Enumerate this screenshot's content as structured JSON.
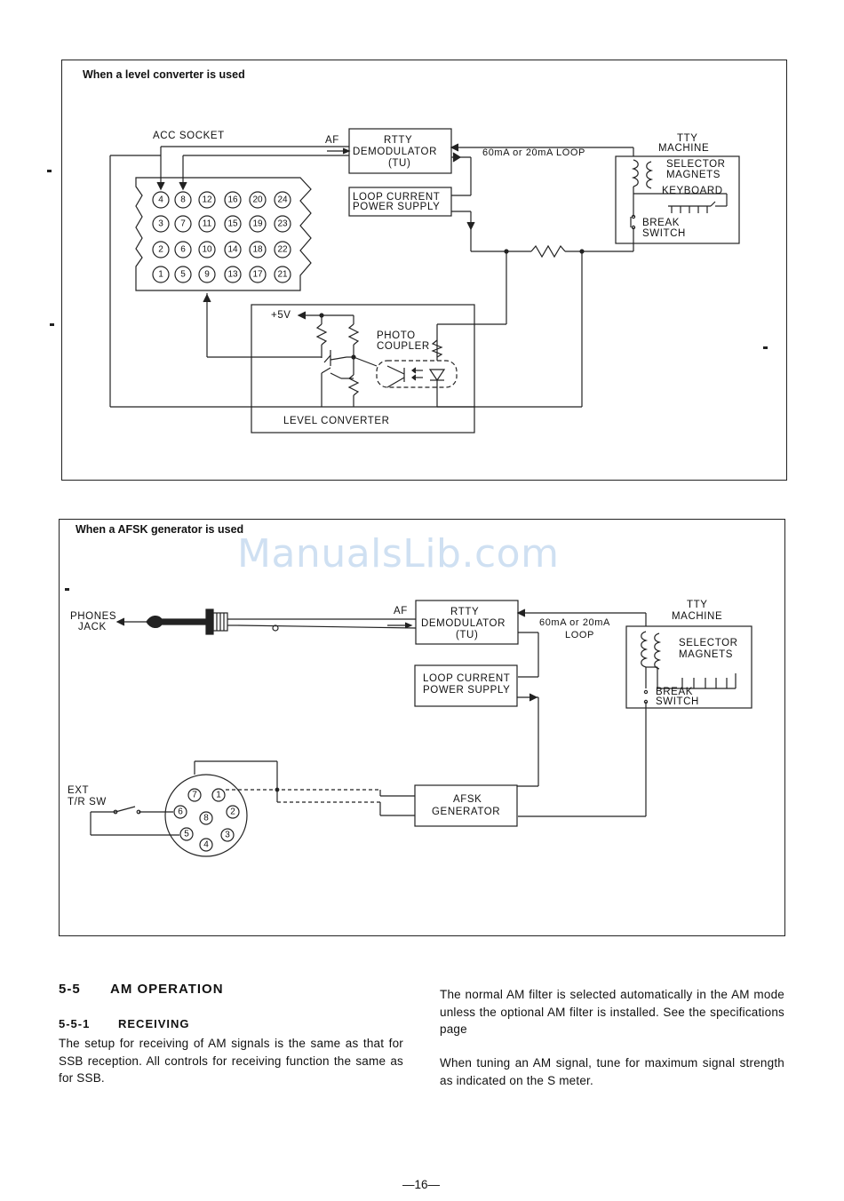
{
  "diagram1": {
    "title": "When a level converter is used",
    "acc_socket": "ACC SOCKET",
    "af": "AF",
    "rtty_l1": "RTTY",
    "rtty_l2": "DEMODULATOR",
    "rtty_l3": "(TU)",
    "loop_label": "60mA or 20mA  LOOP",
    "tty_l1": "TTY",
    "tty_l2": "MACHINE",
    "selector_l1": "SELECTOR",
    "selector_l2": "MAGNETS",
    "keyboard": "KEYBOARD",
    "break_l1": "BREAK",
    "break_l2": "SWITCH",
    "loop_current_l1": "LOOP CURRENT",
    "loop_current_l2": "POWER SUPPLY",
    "plus5v": "+5V",
    "photo_l1": "PHOTO",
    "photo_l2": "COUPLER",
    "level_converter": "LEVEL CONVERTER",
    "pins": [
      "4",
      "8",
      "12",
      "16",
      "20",
      "24",
      "3",
      "7",
      "11",
      "15",
      "19",
      "23",
      "2",
      "6",
      "10",
      "14",
      "18",
      "22",
      "1",
      "5",
      "9",
      "13",
      "17",
      "21"
    ]
  },
  "diagram2": {
    "title": "When a AFSK generator is used",
    "phones_l1": "PHONES",
    "phones_l2": "JACK",
    "af": "AF",
    "rtty_l1": "RTTY",
    "rtty_l2": "DEMODULATOR",
    "rtty_l3": "(TU)",
    "loop_l1": "60mA or 20mA",
    "loop_l2": "LOOP",
    "tty_l1": "TTY",
    "tty_l2": "MACHINE",
    "selector_l1": "SELECTOR",
    "selector_l2": "MAGNETS",
    "break_l1": "BREAK",
    "break_l2": "SWITCH",
    "loop_current_l1": "LOOP CURRENT",
    "loop_current_l2": "POWER SUPPLY",
    "ext_l1": "EXT",
    "ext_l2": "T/R SW",
    "afsk_l1": "AFSK",
    "afsk_l2": "GENERATOR",
    "pins": [
      "7",
      "1",
      "6",
      "8",
      "2",
      "5",
      "3",
      "4"
    ]
  },
  "watermark": "ManualsLib.com",
  "section": {
    "heading_num": "5-5",
    "heading_title": "AM OPERATION",
    "sub_num": "5-5-1",
    "sub_title": "RECEIVING",
    "para_left": "The setup for receiving of AM signals is the same as that for SSB reception.  All controls for receiving function the same as for SSB.",
    "para_right_1": "The normal AM filter is selected automatically in the AM mode unless the optional AM filter is installed.  See the specifications page",
    "para_right_2": "When tuning an AM signal, tune for maximum signal strength as indicated on the S meter."
  },
  "page_number": "—16—"
}
